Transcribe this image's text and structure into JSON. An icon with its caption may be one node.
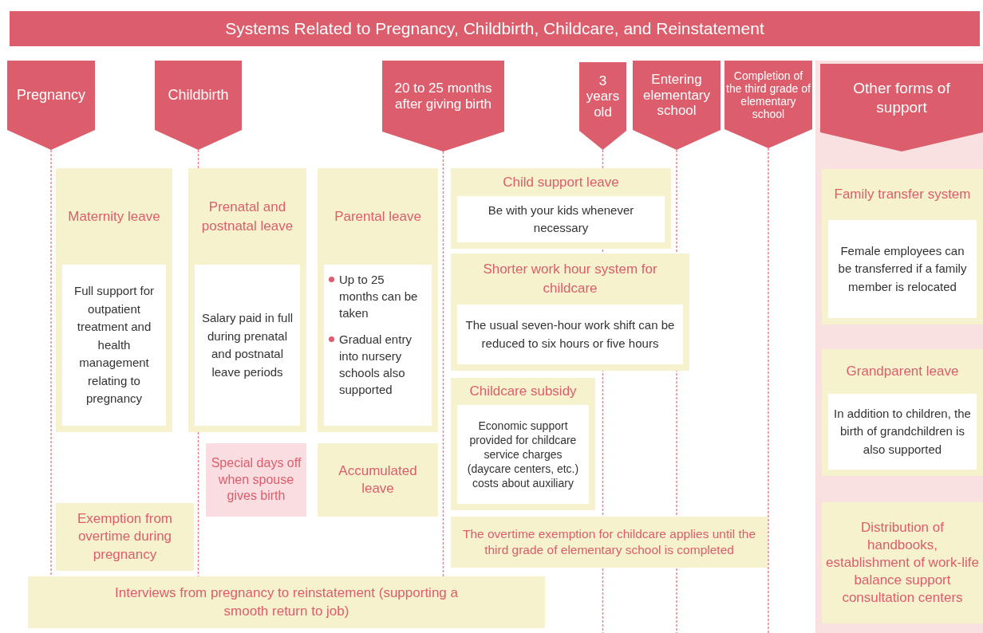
{
  "diagram": {
    "title": "Systems Related to Pregnancy, Childbirth, Childcare, and Reinstatement",
    "nodes": [
      {
        "text": [
          "Pregnancy"
        ]
      },
      {
        "text": [
          "Childbirth"
        ]
      },
      {
        "text": [
          "20 to 25 months after giving birth"
        ]
      },
      {
        "text": [
          "3 years old"
        ]
      },
      {
        "text": [
          "Entering elementary school"
        ]
      },
      {
        "text": [
          "Completion of the third grade of elementary school"
        ]
      },
      {
        "text": [
          "Other forms of support"
        ]
      },
      {
        "text": [
          "Maternity leave",
          "Full support for outpatient treatment and health management relating to pregnancy"
        ]
      },
      {
        "text": [
          "Prenatal and postnatal leave",
          "Salary paid in full during prenatal and postnatal leave periods"
        ]
      },
      {
        "text": [
          "Parental leave",
          "Up to 25 months can be taken",
          "Gradual entry into nursery schools also supported"
        ]
      },
      {
        "text": [
          "Special days off when spouse gives birth"
        ]
      },
      {
        "text": [
          "Accumulated leave"
        ]
      },
      {
        "text": [
          "Exemption from overtime during pregnancy"
        ]
      },
      {
        "text": [
          "Child support leave",
          "Be with your kids whenever necessary"
        ]
      },
      {
        "text": [
          "Shorter work hour system for childcare",
          "The usual seven-hour work shift can be reduced to six hours or five hours"
        ]
      },
      {
        "text": [
          "Childcare subsidy",
          "Economic support provided for childcare service charges (daycare centers, etc.) costs about auxiliary"
        ]
      },
      {
        "text": [
          "The overtime exemption for childcare applies until the third grade of elementary school is completed"
        ]
      },
      {
        "text": [
          "Interviews from pregnancy to reinstatement (supporting a smooth return to job)"
        ]
      },
      {
        "text": [
          "Family transfer system",
          "Female employees can be transferred if a family member is relocated"
        ],
        "in": 6
      },
      {
        "text": [
          "Grandparent leave",
          "In addition to children, the birth of grandchildren is also supported"
        ],
        "in": 6
      },
      {
        "text": [
          "Distribution of handbooks, establishment of work-life balance support consultation centers"
        ],
        "in": 6
      }
    ],
    "edges": [
      {
        "from": 0,
        "to": 17,
        "arrow": "none",
        "style": "dashed"
      },
      {
        "from": 1,
        "to": 8,
        "arrow": "none",
        "style": "dashed"
      },
      {
        "from": 8,
        "to": 17,
        "arrow": "none",
        "style": "dashed"
      },
      {
        "from": 2,
        "to": 17,
        "arrow": "none",
        "style": "dashed"
      },
      {
        "from": 3,
        "to": null,
        "arrow": "none",
        "style": "dashed"
      },
      {
        "from": 4,
        "to": null,
        "arrow": "none",
        "style": "dashed"
      },
      {
        "from": 5,
        "to": null,
        "arrow": "none",
        "style": "dashed"
      }
    ]
  }
}
